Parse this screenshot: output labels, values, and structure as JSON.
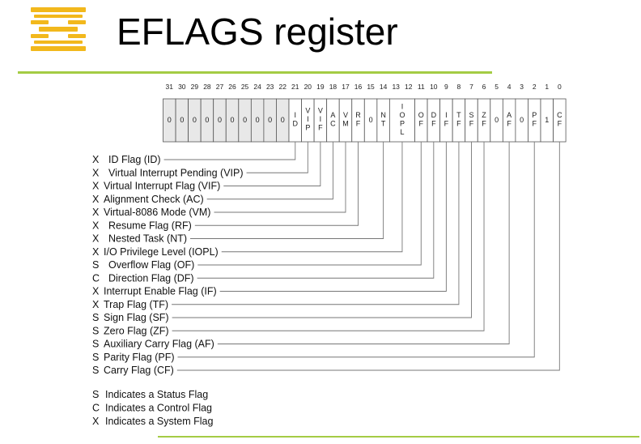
{
  "slide": {
    "title": "EFLAGS register",
    "logo_icon": "striped-logo-icon",
    "accent_color": "#a4cc44",
    "logo_color": "#f2b81c"
  },
  "register": {
    "bit_numbers": [
      "31",
      "30",
      "29",
      "28",
      "27",
      "26",
      "25",
      "24",
      "23",
      "22",
      "21",
      "20",
      "19",
      "18",
      "17",
      "16",
      "15",
      "14",
      "13",
      "12",
      "11",
      "10",
      "9",
      "8",
      "7",
      "6",
      "5",
      "4",
      "3",
      "2",
      "1",
      "0"
    ],
    "cells": [
      {
        "label": "0"
      },
      {
        "label": "0"
      },
      {
        "label": "0"
      },
      {
        "label": "0"
      },
      {
        "label": "0"
      },
      {
        "label": "0"
      },
      {
        "label": "0"
      },
      {
        "label": "0"
      },
      {
        "label": "0"
      },
      {
        "label": "0"
      },
      {
        "label": "ID"
      },
      {
        "label": "VIP"
      },
      {
        "label": "VIF"
      },
      {
        "label": "AC"
      },
      {
        "label": "VM"
      },
      {
        "label": "RF"
      },
      {
        "label": "0"
      },
      {
        "label": "NT"
      },
      {
        "label": "IOPL"
      },
      {
        "label": "OF"
      },
      {
        "label": "DF"
      },
      {
        "label": "IF"
      },
      {
        "label": "TF"
      },
      {
        "label": "SF"
      },
      {
        "label": "ZF"
      },
      {
        "label": "0"
      },
      {
        "label": "AF"
      },
      {
        "label": "0"
      },
      {
        "label": "PF"
      },
      {
        "label": "1"
      },
      {
        "label": "CF"
      }
    ]
  },
  "flags": [
    {
      "kind": "X",
      "name": "ID Flag (ID)"
    },
    {
      "kind": "X",
      "name": "Virtual Interrupt Pending (VIP)"
    },
    {
      "kind": "X",
      "name": "Virtual Interrupt Flag (VIF)"
    },
    {
      "kind": "X",
      "name": "Alignment Check (AC)"
    },
    {
      "kind": "X",
      "name": "Virtual-8086 Mode (VM)"
    },
    {
      "kind": "X",
      "name": "Resume Flag (RF)"
    },
    {
      "kind": "X",
      "name": "Nested Task (NT)"
    },
    {
      "kind": "X",
      "name": "I/O Privilege Level (IOPL)"
    },
    {
      "kind": "S",
      "name": "Overflow Flag (OF)"
    },
    {
      "kind": "C",
      "name": "Direction Flag (DF)"
    },
    {
      "kind": "X",
      "name": "Interrupt Enable Flag (IF)"
    },
    {
      "kind": "X",
      "name": "Trap Flag (TF)"
    },
    {
      "kind": "S",
      "name": "Sign Flag (SF)"
    },
    {
      "kind": "S",
      "name": "Zero Flag (ZF)"
    },
    {
      "kind": "S",
      "name": "Auxiliary Carry Flag (AF)"
    },
    {
      "kind": "S",
      "name": "Parity Flag (PF)"
    },
    {
      "kind": "S",
      "name": "Carry Flag (CF)"
    }
  ],
  "legend": [
    {
      "kind": "S",
      "text": "Indicates a Status Flag"
    },
    {
      "kind": "C",
      "text": "Indicates a Control Flag"
    },
    {
      "kind": "X",
      "text": "Indicates a System Flag"
    }
  ]
}
